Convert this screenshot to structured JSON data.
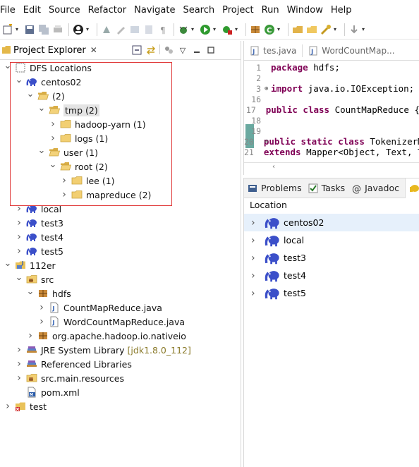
{
  "menu": [
    "File",
    "Edit",
    "Source",
    "Refactor",
    "Navigate",
    "Search",
    "Project",
    "Run",
    "Window",
    "Help"
  ],
  "explorer": {
    "title": "Project Explorer",
    "close": "✕"
  },
  "tree": [
    {
      "label": "DFS Locations",
      "icon": "dfs-locations-icon",
      "depth": 0,
      "expanded": true
    },
    {
      "label": "centos02",
      "icon": "elephant-icon",
      "depth": 1,
      "expanded": true
    },
    {
      "label": "(2)",
      "icon": "folder-open-icon",
      "depth": 2,
      "expanded": true
    },
    {
      "label": "tmp (2)",
      "icon": "folder-open-icon",
      "depth": 3,
      "expanded": true,
      "selected": true
    },
    {
      "label": "hadoop-yarn (1)",
      "icon": "folder-icon",
      "depth": 4,
      "expanded": false
    },
    {
      "label": "logs (1)",
      "icon": "folder-icon",
      "depth": 4,
      "expanded": false
    },
    {
      "label": "user (1)",
      "icon": "folder-open-icon",
      "depth": 3,
      "expanded": true
    },
    {
      "label": "root (2)",
      "icon": "folder-open-icon",
      "depth": 4,
      "expanded": true
    },
    {
      "label": "lee (1)",
      "icon": "folder-icon",
      "depth": 5,
      "expanded": false
    },
    {
      "label": "mapreduce (2)",
      "icon": "folder-icon",
      "depth": 5,
      "expanded": false
    },
    {
      "label": "local",
      "icon": "elephant-icon",
      "depth": 1,
      "expanded": false
    },
    {
      "label": "test3",
      "icon": "elephant-icon",
      "depth": 1,
      "expanded": false
    },
    {
      "label": "test4",
      "icon": "elephant-icon",
      "depth": 1,
      "expanded": false
    },
    {
      "label": "test5",
      "icon": "elephant-icon",
      "depth": 1,
      "expanded": false
    },
    {
      "label": "112er",
      "icon": "project-icon",
      "depth": 0,
      "expanded": true
    },
    {
      "label": "src",
      "icon": "source-folder-icon",
      "depth": 1,
      "expanded": true
    },
    {
      "label": "hdfs",
      "icon": "package-icon",
      "depth": 2,
      "expanded": true
    },
    {
      "label": "CountMapReduce.java",
      "icon": "java-file-icon",
      "depth": 3,
      "expanded": false
    },
    {
      "label": "WordCountMapReduce.java",
      "icon": "java-file-icon",
      "depth": 3,
      "expanded": false
    },
    {
      "label": "org.apache.hadoop.io.nativeio",
      "icon": "package-icon",
      "depth": 2,
      "expanded": false
    },
    {
      "label": "JRE System Library",
      "icon": "library-icon",
      "depth": 1,
      "expanded": false,
      "decoration": "[jdk1.8.0_112]"
    },
    {
      "label": "Referenced Libraries",
      "icon": "library-icon",
      "depth": 1,
      "expanded": false
    },
    {
      "label": "src.main.resources",
      "icon": "source-folder-icon",
      "depth": 1,
      "expanded": false
    },
    {
      "label": "pom.xml",
      "icon": "xml-file-icon",
      "depth": 1,
      "leaf": true
    },
    {
      "label": "test",
      "icon": "project-error-icon",
      "depth": 0,
      "expanded": false
    }
  ],
  "editor": {
    "tabs": [
      "tes.java",
      "WordCountMap..."
    ],
    "lines": [
      {
        "num": "1",
        "kw": "package",
        "rest": " hdfs;"
      },
      {
        "num": "2",
        "kw": "",
        "rest": ""
      },
      {
        "num": "3",
        "kw": "import",
        "rest": " java.io.IOException;",
        "fold": "⊕"
      },
      {
        "num": "16",
        "kw": "",
        "rest": ""
      },
      {
        "num": "17",
        "kw": "public class",
        "rest": " CountMapReduce {"
      },
      {
        "num": "18",
        "kw": "",
        "rest": ""
      },
      {
        "num": "19",
        "kw": "",
        "rest": ""
      },
      {
        "num": "20",
        "kw": "public static class",
        "rest": " TokenizerM",
        "fold": "⊖"
      },
      {
        "num": "21",
        "kw": "extends",
        "rest": " Mapper<Object, Text, T"
      }
    ]
  },
  "bottom": {
    "tabs": [
      "Problems",
      "Tasks",
      "Javadoc"
    ],
    "location_header": "Location",
    "locations": [
      "centos02",
      "local",
      "test3",
      "test4",
      "test5"
    ]
  }
}
